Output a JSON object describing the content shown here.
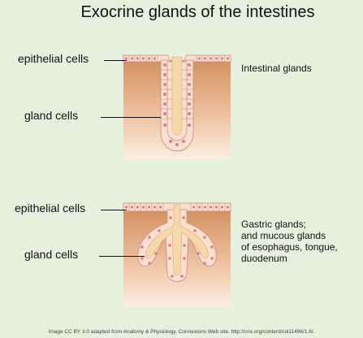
{
  "title": "Exocrine glands of the intestines",
  "top_diagram": {
    "epithelial_label": "epithelial cells",
    "gland_label": "gland cells",
    "caption": "Intestinal glands"
  },
  "bottom_diagram": {
    "epithelial_label": "epithelial cells",
    "gland_label": "gland cells",
    "caption_lines": [
      "Gastric glands;",
      "and mucous glands",
      "of esophagus, tongue,",
      "duodenum"
    ]
  },
  "credit": "Image CC BY 3.0 adapted from Anatomy & Physiology, Connexions Web site. http://cnx.org/content/col11496/1.6/.",
  "colors": {
    "background": "#e6f1dd",
    "tissue_top": "#d4915f",
    "tissue_bottom": "#fae6d4",
    "cell_fill": "#fbe0d2",
    "cell_edge": "#c98c78",
    "nucleus": "#d67f86",
    "lumen": "#f6d9a8"
  }
}
